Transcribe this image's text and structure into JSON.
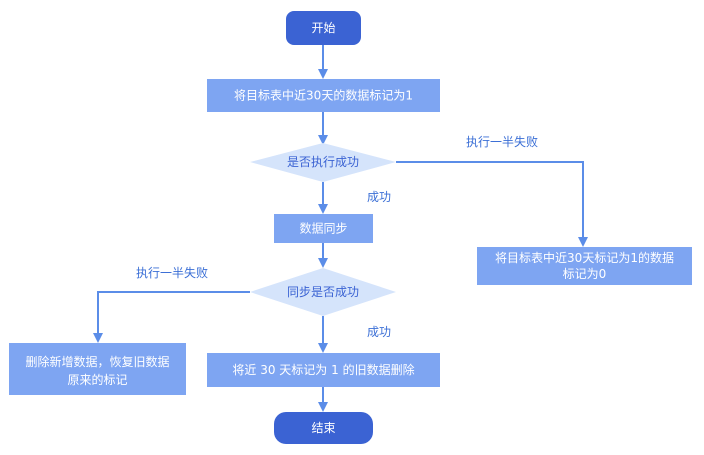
{
  "colors": {
    "terminal": "#3b63d3",
    "process": "#7ea5f2",
    "decision": "#d5e4fb",
    "decision_text": "#3b63d3",
    "edge": "#5b8de8",
    "edge_label": "#3b6fd6"
  },
  "nodes": {
    "start": "开始",
    "mark_30_days": "将目标表中近30天的数据标记为1",
    "check_exec_success": "是否执行成功",
    "data_sync": "数据同步",
    "check_sync_success": "同步是否成功",
    "delete_old_marked": "将近 30 天标记为 1 的旧数据删除",
    "end": "结束",
    "reset_mark_line1": "将目标表中近30天标记为1的数据",
    "reset_mark_line2": "标记为0",
    "restore_line1": "删除新增数据，恢复旧数据",
    "restore_line2": "原来的标记"
  },
  "edge_labels": {
    "exec_half_fail_top": "执行一半失败",
    "success_1": "成功",
    "exec_half_fail_left": "执行一半失败",
    "success_2": "成功"
  }
}
